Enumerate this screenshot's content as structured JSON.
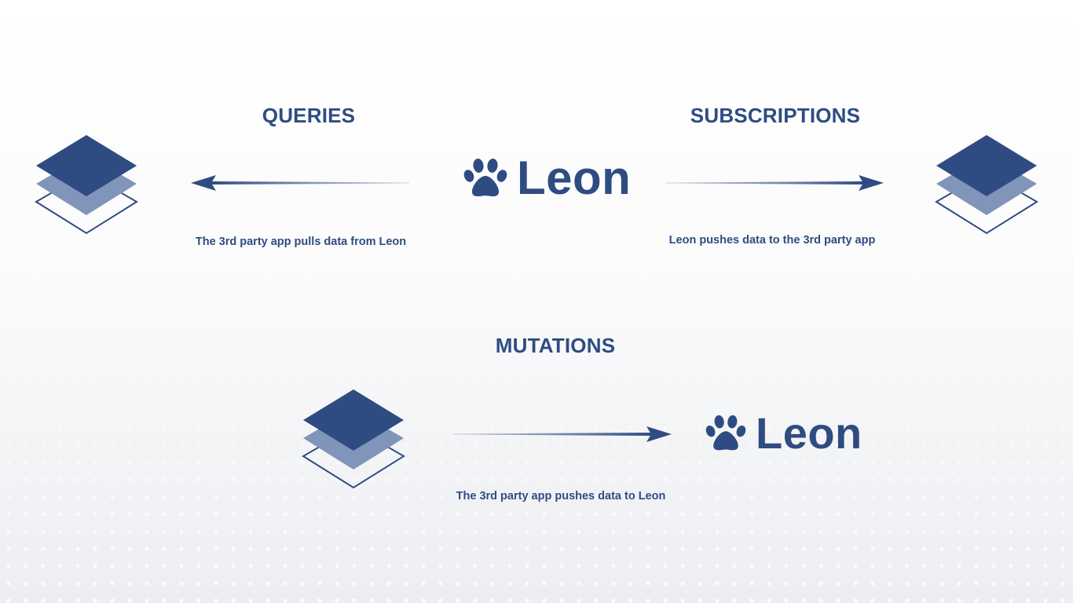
{
  "colors": {
    "primary": "#2f4c82",
    "secondary": "#8194ba",
    "background": "#f7f8fa"
  },
  "queries": {
    "heading": "QUERIES",
    "caption": "The 3rd party app pulls data from Leon",
    "icon": "layers-icon"
  },
  "subscriptions": {
    "heading": "SUBSCRIPTIONS",
    "caption": "Leon pushes data to the 3rd party app",
    "icon": "layers-icon"
  },
  "mutations": {
    "heading": "MUTATIONS",
    "caption": "The 3rd party app pushes data to Leon",
    "icon": "layers-icon"
  },
  "brand": {
    "name": "Leon",
    "icon": "paw-icon"
  }
}
